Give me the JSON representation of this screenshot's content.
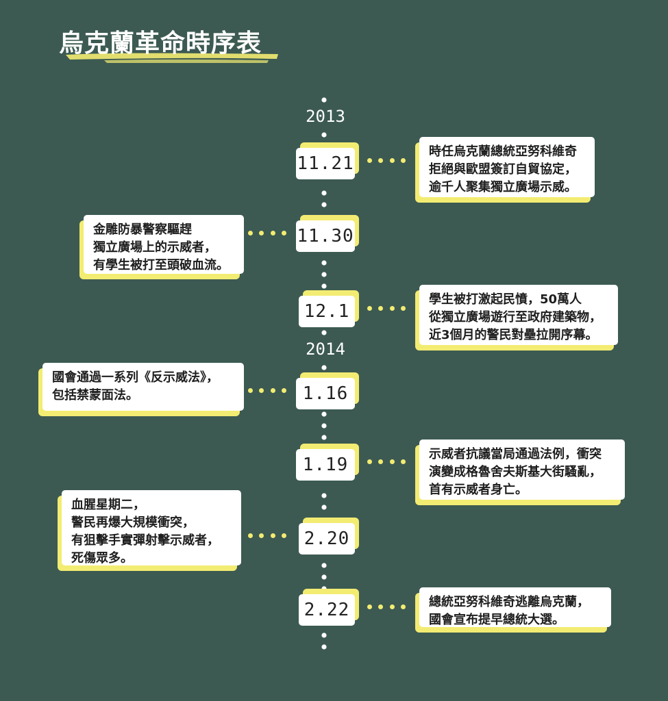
{
  "title": "烏克蘭革命時序表",
  "colors": {
    "background": "#3c5a52",
    "accent_yellow": "#f3ec72",
    "card": "#ffffff",
    "dot": "#ffffff"
  },
  "years": [
    "2013",
    "2014"
  ],
  "events": [
    {
      "date": "11.21",
      "description": "時任烏克蘭總統亞努科維奇\n拒絕與歐盟簽訂自貿協定，\n逾千人聚集獨立廣場示威。"
    },
    {
      "date": "11.30",
      "description": "金雕防暴警察驅趕\n獨立廣場上的示威者，\n有學生被打至頭破血流。"
    },
    {
      "date": "12.1",
      "description": "學生被打激起民憤，50萬人\n從獨立廣場遊行至政府建築物，\n近3個月的警民對壘拉開序幕。"
    },
    {
      "date": "1.16",
      "description": "國會通過一系列《反示威法》，\n包括禁蒙面法。"
    },
    {
      "date": "1.19",
      "description": "示威者抗議當局通過法例，衝突\n演變成格魯舍夫斯基大街騷亂，\n首有示威者身亡。"
    },
    {
      "date": "2.20",
      "description": "血腥星期二，\n警民再爆大規模衝突，\n有狙擊手實彈射擊示威者，\n死傷眾多。"
    },
    {
      "date": "2.22",
      "description": "總統亞努科維奇逃離烏克蘭，\n國會宣布提早總統大選。"
    }
  ]
}
